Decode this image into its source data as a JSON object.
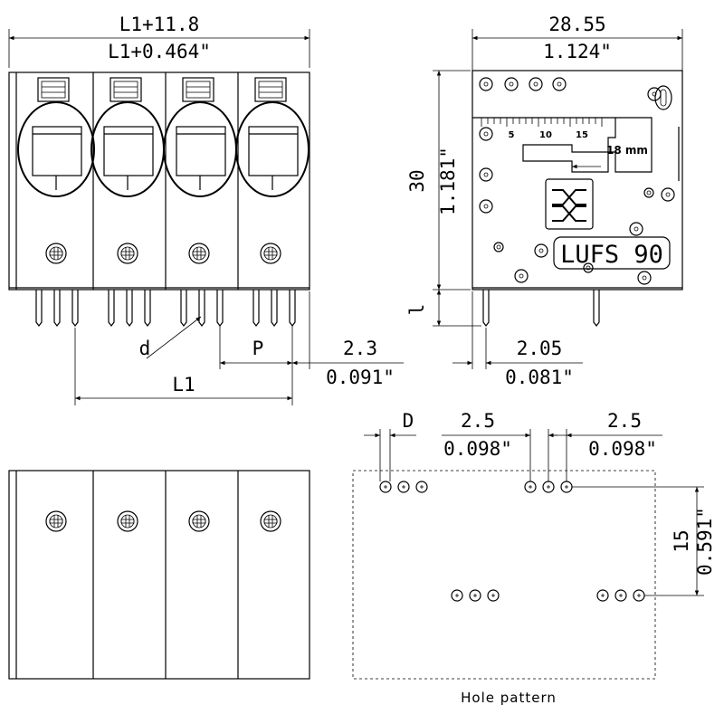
{
  "front_view": {
    "dim_top_mm": "L1+11.8",
    "dim_top_in": "L1+0.464\"",
    "label_d": "d",
    "label_p": "P",
    "dim_offset_mm": "2.3",
    "dim_offset_in": "0.091\"",
    "label_l1": "L1"
  },
  "side_view": {
    "dim_width_mm": "28.55",
    "dim_width_in": "1.124\"",
    "dim_height_mm": "30",
    "dim_height_in": "1.181\"",
    "label_l": "l",
    "dim_pin_mm": "2.05",
    "dim_pin_in": "0.081\"",
    "scale_5": "5",
    "scale_10": "10",
    "scale_15": "15",
    "strip_length": "18 mm",
    "product_name": "LUFS 90"
  },
  "hole_pattern": {
    "label_D": "D",
    "dim_pitch1_mm": "2.5",
    "dim_pitch1_in": "0.098\"",
    "dim_pitch2_mm": "2.5",
    "dim_pitch2_in": "0.098\"",
    "dim_row_mm": "15",
    "dim_row_in": "0.591\"",
    "caption": "Hole pattern"
  }
}
